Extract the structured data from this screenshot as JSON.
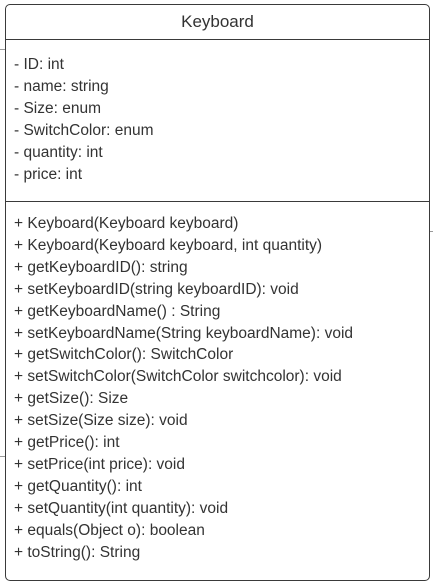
{
  "class_box": {
    "title": "Keyboard",
    "attributes": [
      "- ID: int",
      "- name: string",
      "- Size: enum",
      "- SwitchColor: enum",
      "- quantity: int",
      "- price: int"
    ],
    "methods": [
      "+ Keyboard(Keyboard keyboard)",
      "+ Keyboard(Keyboard keyboard, int quantity)",
      "+ getKeyboardID(): string",
      "+ setKeyboardID(string keyboardID): void",
      "+ getKeyboardName() : String",
      "+ setKeyboardName(String keyboardName): void",
      "+ getSwitchColor(): SwitchColor",
      "+ setSwitchColor(SwitchColor switchcolor): void",
      "+ getSize(): Size",
      "+ setSize(Size size): void",
      "+ getPrice(): int",
      "+ setPrice(int price): void",
      "+ getQuantity(): int",
      "+ setQuantity(int quantity): void",
      "+ equals(Object o): boolean",
      "+ toString(): String"
    ]
  }
}
